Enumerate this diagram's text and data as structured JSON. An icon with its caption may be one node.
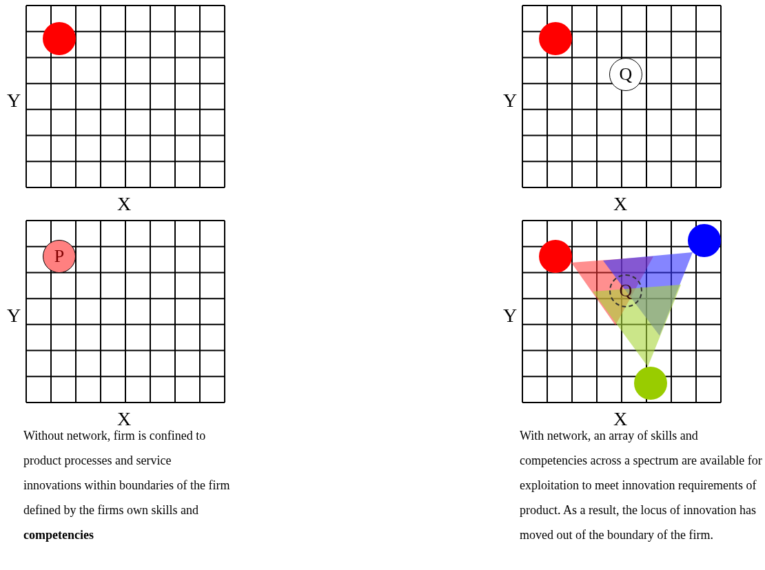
{
  "diagram": {
    "nodes": [
      {
        "text": [],
        "shape": "circle"
      },
      {
        "text": [],
        "shape": "circle"
      },
      {
        "text": [
          "Q"
        ]
      },
      {
        "text": [
          "P"
        ]
      },
      {
        "text": [],
        "shape": "circle"
      },
      {
        "text": [],
        "shape": "circle"
      },
      {
        "text": [
          "Q"
        ]
      },
      {
        "text": [],
        "shape": "circle"
      }
    ],
    "labels": [
      "Y",
      "Y",
      "X",
      "X",
      "Y",
      "Y",
      "X",
      "X",
      "Without network, firm is confined to product processes and service innovations within boundaries of the firm defined by the firms own skills and **competencies**",
      "With network, an array of skills and competencies across a spectrum are available for exploitation to meet innovation requirements of product. As a result, the locus of innovation has moved out of the boundary of the firm."
    ]
  }
}
